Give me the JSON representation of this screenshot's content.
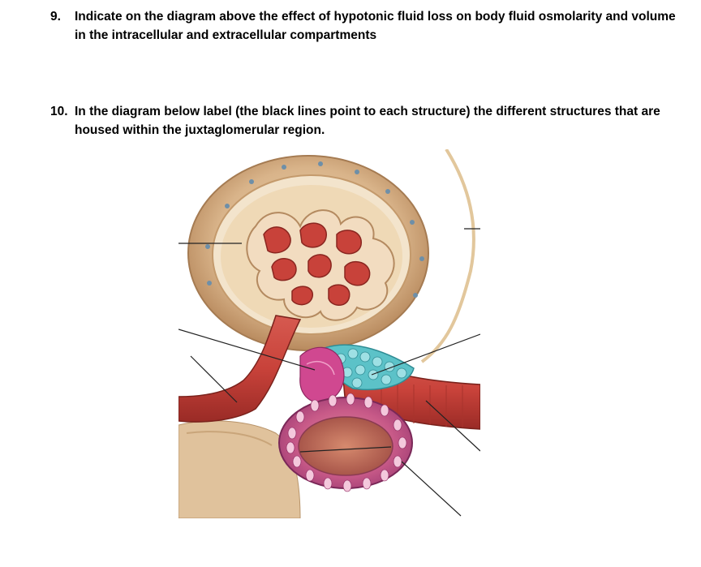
{
  "questions": [
    {
      "number": "9.",
      "text": "Indicate on the diagram above the effect of hypotonic fluid loss on body fluid osmolarity and volume in the intracellular and extracellular compartments"
    },
    {
      "number": "10.",
      "text": "In the diagram below label (the black lines point to each structure) the different structures that are housed within the juxtaglomerular region."
    }
  ],
  "diagram": {
    "label_line_count": 8,
    "colors": {
      "capsule": "#d9b48a",
      "capillary": "#c8423a",
      "jg_cells": "#5cc2c8",
      "macula_densa": "#d04890",
      "tubule": "#b0488a",
      "leader_line": "#222222"
    }
  }
}
